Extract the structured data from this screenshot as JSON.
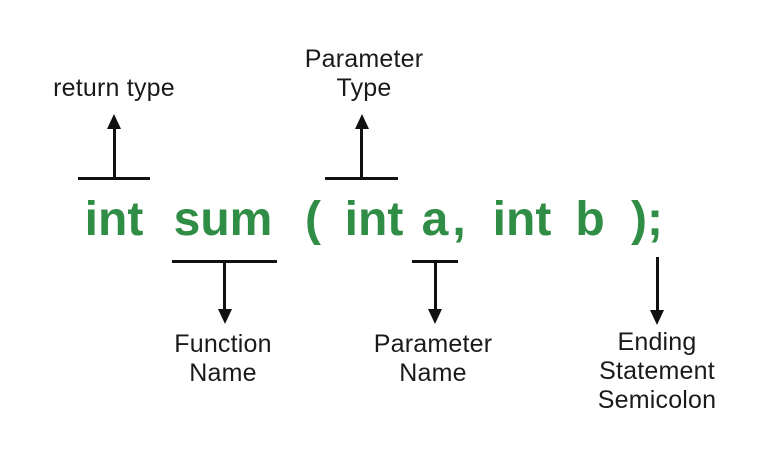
{
  "code": {
    "tokens": [
      "int",
      "sum",
      "(",
      "int",
      "a",
      ",",
      "int",
      "b",
      ");"
    ]
  },
  "labels": {
    "return_type": "return type",
    "parameter_type": "Parameter\nType",
    "function_name": "Function\nName",
    "parameter_name": "Parameter\nName",
    "ending_statement_semicolon": "Ending\nStatement\nSemicolon"
  },
  "colors": {
    "code_green": "#2F8D46",
    "label_text": "#1A1A1A",
    "arrow": "#111111",
    "background": "#FFFFFF"
  }
}
